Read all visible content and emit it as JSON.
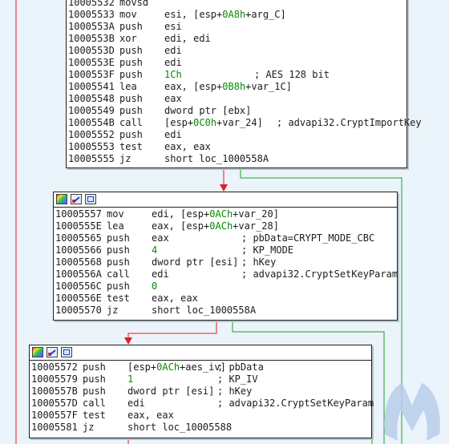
{
  "colors": {
    "background": "#eaf4fa",
    "edge_false": "#e51c23",
    "edge_true": "#1ea028",
    "immediate_green": "#0a8a00"
  },
  "header_icons": [
    "color-palette-icon",
    "rename-pencil-icon",
    "graph-overview-icon"
  ],
  "blocks": [
    {
      "id": "block1",
      "has_header": false,
      "rows": [
        {
          "addr": "10005532",
          "mnem": "movsd",
          "op": "",
          "cmt": ""
        },
        {
          "addr": "10005533",
          "mnem": "mov",
          "op": "esi, [esp+0A8h+arg_C]",
          "cmt": ""
        },
        {
          "addr": "1000553A",
          "mnem": "push",
          "op": "esi",
          "cmt": ""
        },
        {
          "addr": "1000553B",
          "mnem": "xor",
          "op": "edi, edi",
          "cmt": ""
        },
        {
          "addr": "1000553D",
          "mnem": "push",
          "op": "edi",
          "cmt": ""
        },
        {
          "addr": "1000553E",
          "mnem": "push",
          "op": "edi",
          "cmt": ""
        },
        {
          "addr": "1000553F",
          "mnem": "push",
          "op": "1Ch",
          "cmt": "; AES 128 bit"
        },
        {
          "addr": "10005541",
          "mnem": "lea",
          "op": "eax, [esp+0B8h+var_1C]",
          "cmt": ""
        },
        {
          "addr": "10005548",
          "mnem": "push",
          "op": "eax",
          "cmt": ""
        },
        {
          "addr": "10005549",
          "mnem": "push",
          "op": "dword ptr [ebx]",
          "cmt": ""
        },
        {
          "addr": "1000554B",
          "mnem": "call",
          "op": "[esp+0C0h+var_24]",
          "cmt": "; advapi32.CryptImportKey"
        },
        {
          "addr": "10005552",
          "mnem": "push",
          "op": "edi",
          "cmt": ""
        },
        {
          "addr": "10005553",
          "mnem": "test",
          "op": "eax, eax",
          "cmt": ""
        },
        {
          "addr": "10005555",
          "mnem": "jz",
          "op": "short loc_1000558A",
          "cmt": ""
        }
      ]
    },
    {
      "id": "block2",
      "has_header": true,
      "rows": [
        {
          "addr": "10005557",
          "mnem": "mov",
          "op": "edi, [esp+0ACh+var_20]",
          "cmt": ""
        },
        {
          "addr": "1000555E",
          "mnem": "lea",
          "op": "eax, [esp+0ACh+var_28]",
          "cmt": ""
        },
        {
          "addr": "10005565",
          "mnem": "push",
          "op": "eax",
          "cmt": "; pbData=CRYPT_MODE_CBC"
        },
        {
          "addr": "10005566",
          "mnem": "push",
          "op": "4",
          "cmt": "; KP_MODE"
        },
        {
          "addr": "10005568",
          "mnem": "push",
          "op": "dword ptr [esi]",
          "cmt": "; hKey"
        },
        {
          "addr": "1000556A",
          "mnem": "call",
          "op": "edi",
          "cmt": "; advapi32.CryptSetKeyParam"
        },
        {
          "addr": "1000556C",
          "mnem": "push",
          "op": "0",
          "cmt": ""
        },
        {
          "addr": "1000556E",
          "mnem": "test",
          "op": "eax, eax",
          "cmt": ""
        },
        {
          "addr": "10005570",
          "mnem": "jz",
          "op": "short loc_1000558A",
          "cmt": ""
        }
      ]
    },
    {
      "id": "block3",
      "has_header": true,
      "rows": [
        {
          "addr": "10005572",
          "mnem": "push",
          "op": "[esp+0ACh+aes_iv]",
          "cmt": "; pbData"
        },
        {
          "addr": "10005579",
          "mnem": "push",
          "op": "1",
          "cmt": "; KP_IV"
        },
        {
          "addr": "1000557B",
          "mnem": "push",
          "op": "dword ptr [esi]",
          "cmt": "; hKey"
        },
        {
          "addr": "1000557D",
          "mnem": "call",
          "op": "edi",
          "cmt": "; advapi32.CryptSetKeyParam"
        },
        {
          "addr": "1000557F",
          "mnem": "test",
          "op": "eax, eax",
          "cmt": ""
        },
        {
          "addr": "10005581",
          "mnem": "jz",
          "op": "short loc_10005588",
          "cmt": ""
        }
      ]
    }
  ],
  "watermark": {
    "icon": "malwarebytes-logo-icon"
  }
}
